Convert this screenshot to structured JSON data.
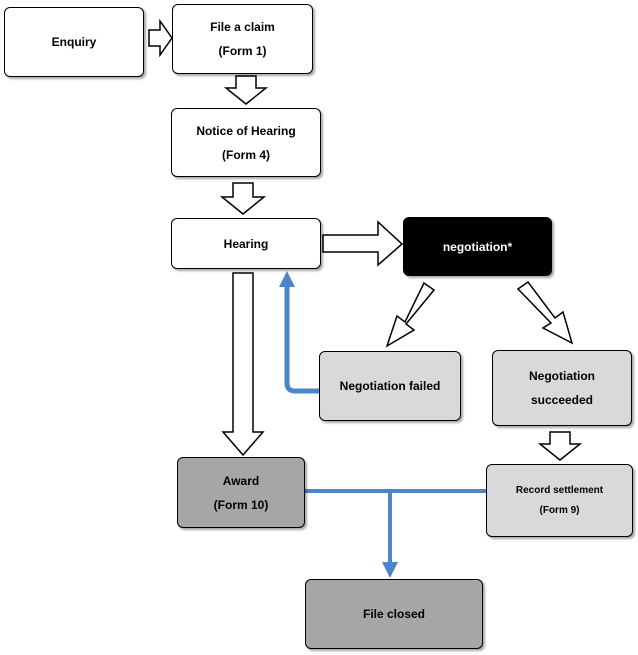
{
  "nodes": {
    "enquiry": {
      "label": "Enquiry"
    },
    "file_claim": {
      "label": "File a claim",
      "form": "(Form 1)"
    },
    "notice_hearing": {
      "label": "Notice of Hearing",
      "form": "(Form 4)"
    },
    "hearing": {
      "label": "Hearing"
    },
    "negotiation": {
      "label": "negotiation*"
    },
    "negotiation_failed": {
      "label": "Negotiation failed"
    },
    "negotiation_succeeded": {
      "label": "Negotiation",
      "label2": "succeeded"
    },
    "award": {
      "label": "Award",
      "form": "(Form 10)"
    },
    "record_settlement": {
      "label": "Record settlement",
      "form": "(Form 9)"
    },
    "file_closed": {
      "label": "File closed"
    }
  },
  "colors": {
    "connector_blue": "#4a86c8",
    "box_light_gray": "#d9d9d9",
    "box_dark_gray": "#a6a6a6",
    "box_black": "#000000"
  }
}
